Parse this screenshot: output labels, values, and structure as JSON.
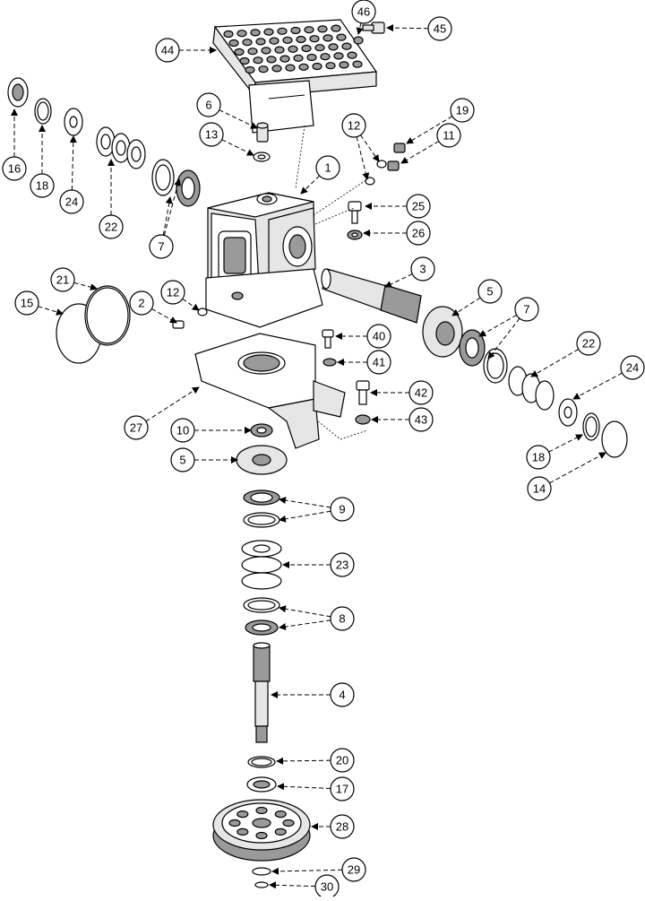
{
  "callouts": [
    {
      "id": "c1",
      "label": "1"
    },
    {
      "id": "c2",
      "label": "2"
    },
    {
      "id": "c3",
      "label": "3"
    },
    {
      "id": "c4",
      "label": "4"
    },
    {
      "id": "c5a",
      "label": "5"
    },
    {
      "id": "c5b",
      "label": "5"
    },
    {
      "id": "c6",
      "label": "6"
    },
    {
      "id": "c7a",
      "label": "7"
    },
    {
      "id": "c7b",
      "label": "7"
    },
    {
      "id": "c8",
      "label": "8"
    },
    {
      "id": "c9",
      "label": "9"
    },
    {
      "id": "c10",
      "label": "10"
    },
    {
      "id": "c11",
      "label": "11"
    },
    {
      "id": "c12a",
      "label": "12"
    },
    {
      "id": "c12b",
      "label": "12"
    },
    {
      "id": "c13",
      "label": "13"
    },
    {
      "id": "c14",
      "label": "14"
    },
    {
      "id": "c15",
      "label": "15"
    },
    {
      "id": "c16",
      "label": "16"
    },
    {
      "id": "c17",
      "label": "17"
    },
    {
      "id": "c18a",
      "label": "18"
    },
    {
      "id": "c18b",
      "label": "18"
    },
    {
      "id": "c19",
      "label": "19"
    },
    {
      "id": "c20",
      "label": "20"
    },
    {
      "id": "c21",
      "label": "21"
    },
    {
      "id": "c22a",
      "label": "22"
    },
    {
      "id": "c22b",
      "label": "22"
    },
    {
      "id": "c23",
      "label": "23"
    },
    {
      "id": "c24a",
      "label": "24"
    },
    {
      "id": "c24b",
      "label": "24"
    },
    {
      "id": "c25",
      "label": "25"
    },
    {
      "id": "c26",
      "label": "26"
    },
    {
      "id": "c27",
      "label": "27"
    },
    {
      "id": "c28",
      "label": "28"
    },
    {
      "id": "c29",
      "label": "29"
    },
    {
      "id": "c30",
      "label": "30"
    },
    {
      "id": "c40",
      "label": "40"
    },
    {
      "id": "c41",
      "label": "41"
    },
    {
      "id": "c42",
      "label": "42"
    },
    {
      "id": "c43",
      "label": "43"
    },
    {
      "id": "c44",
      "label": "44"
    },
    {
      "id": "c45",
      "label": "45"
    },
    {
      "id": "c46",
      "label": "46"
    }
  ]
}
